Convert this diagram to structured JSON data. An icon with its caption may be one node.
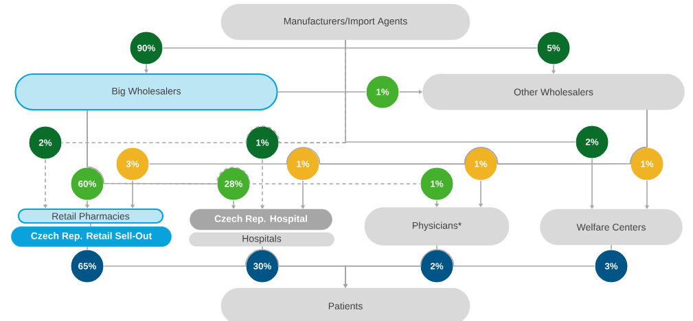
{
  "diagram": {
    "nodes": [
      {
        "text": [
          "Manufacturers/Import Agents"
        ]
      },
      {
        "text": [
          "90%"
        ]
      },
      {
        "text": [
          "5%"
        ]
      },
      {
        "text": [
          "Big Wholesalers"
        ]
      },
      {
        "text": [
          "1%"
        ]
      },
      {
        "text": [
          "Other Wholesalers"
        ]
      },
      {
        "text": [
          "2%"
        ]
      },
      {
        "text": [
          "1%"
        ]
      },
      {
        "text": [
          "2%"
        ]
      },
      {
        "text": [
          "3%"
        ]
      },
      {
        "text": [
          "1%"
        ]
      },
      {
        "text": [
          "1%"
        ]
      },
      {
        "text": [
          "1%"
        ]
      },
      {
        "text": [
          "60%"
        ]
      },
      {
        "text": [
          "28%"
        ]
      },
      {
        "text": [
          "1%"
        ]
      },
      {
        "text": [
          "Retail Pharmacies"
        ]
      },
      {
        "text": [
          "Czech Rep. Retail Sell-Out"
        ]
      },
      {
        "text": [
          "Czech Rep. Hospital"
        ]
      },
      {
        "text": [
          "Hospitals"
        ]
      },
      {
        "text": [
          "Physicians*"
        ]
      },
      {
        "text": [
          "Welfare Centers"
        ]
      },
      {
        "text": [
          "65%"
        ]
      },
      {
        "text": [
          "30%"
        ]
      },
      {
        "text": [
          "2%"
        ]
      },
      {
        "text": [
          "3%"
        ]
      },
      {
        "text": [
          "Patients"
        ]
      }
    ],
    "edges": [
      {
        "from": 0,
        "to": 1,
        "arrow": "none"
      },
      {
        "from": 1,
        "to": 3,
        "arrow": "to"
      },
      {
        "from": 0,
        "to": 2,
        "arrow": "none"
      },
      {
        "from": 2,
        "to": 5,
        "arrow": "to"
      },
      {
        "from": 3,
        "to": 4,
        "arrow": "none"
      },
      {
        "from": 4,
        "to": 5,
        "arrow": "to"
      },
      {
        "from": 0,
        "to": 6,
        "arrow": "none",
        "style": "dashed"
      },
      {
        "from": 0,
        "to": 7,
        "arrow": "none",
        "style": "dashed"
      },
      {
        "from": 0,
        "to": 8,
        "arrow": "none"
      },
      {
        "from": 6,
        "to": 16,
        "arrow": "to",
        "style": "dashed"
      },
      {
        "from": 7,
        "to": 18,
        "arrow": "to",
        "style": "dashed"
      },
      {
        "from": 8,
        "to": 21,
        "arrow": "to"
      },
      {
        "from": 3,
        "to": 13,
        "arrow": "none"
      },
      {
        "from": 13,
        "to": 16,
        "arrow": "to"
      },
      {
        "from": 3,
        "to": 14,
        "arrow": "none"
      },
      {
        "from": 3,
        "to": 15,
        "arrow": "none",
        "style": "dashed"
      },
      {
        "from": 14,
        "to": 18,
        "arrow": "to"
      },
      {
        "from": 15,
        "to": 20,
        "arrow": "to"
      },
      {
        "from": 5,
        "to": 9,
        "arrow": "none"
      },
      {
        "from": 5,
        "to": 10,
        "arrow": "none"
      },
      {
        "from": 5,
        "to": 11,
        "arrow": "none"
      },
      {
        "from": 5,
        "to": 12,
        "arrow": "none"
      },
      {
        "from": 9,
        "to": 16,
        "arrow": "to"
      },
      {
        "from": 10,
        "to": 18,
        "arrow": "to"
      },
      {
        "from": 11,
        "to": 20,
        "arrow": "to"
      },
      {
        "from": 12,
        "to": 21,
        "arrow": "to"
      },
      {
        "from": 16,
        "to": 17,
        "arrow": "none"
      },
      {
        "from": 17,
        "to": 22,
        "arrow": "none"
      },
      {
        "from": 19,
        "to": 23,
        "arrow": "none"
      },
      {
        "from": 20,
        "to": 24,
        "arrow": "none"
      },
      {
        "from": 21,
        "to": 25,
        "arrow": "none"
      },
      {
        "from": 22,
        "to": 26,
        "arrow": "to"
      },
      {
        "from": 23,
        "to": 26,
        "arrow": "to"
      },
      {
        "from": 24,
        "to": 26,
        "arrow": "to"
      },
      {
        "from": 25,
        "to": 26,
        "arrow": "to"
      }
    ]
  }
}
